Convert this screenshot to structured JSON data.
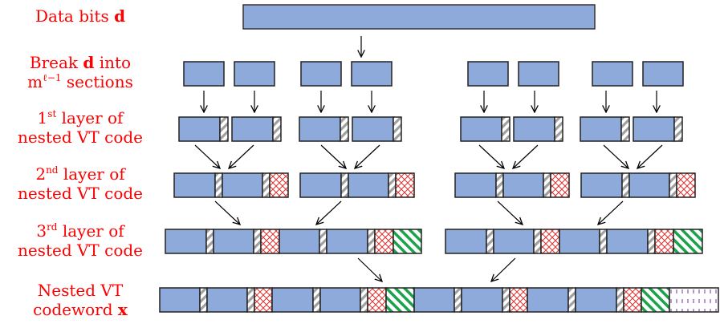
{
  "labels": {
    "data_bits": {
      "text": "Data bits ",
      "bold": "d"
    },
    "break": {
      "line1_text": "Break ",
      "line1_bold": "d",
      "line1_tail": " into",
      "line2_base": "m",
      "line2_sup": "ℓ−1",
      "line2_tail": " sections"
    },
    "layer1": {
      "num": "1",
      "sup": "st",
      "line1_tail": " layer of",
      "line2": "nested VT code"
    },
    "layer2": {
      "num": "2",
      "sup": "nd",
      "line1_tail": " layer of",
      "line2": "nested VT code"
    },
    "layer3": {
      "num": "3",
      "sup": "rd",
      "line1_tail": " layer of",
      "line2": "nested VT code"
    },
    "codeword": {
      "line1": "Nested VT",
      "line2_text": "codeword ",
      "line2_bold": "x"
    }
  },
  "colors": {
    "label": "#ff0000",
    "data_block": "#8eaadb",
    "outline": "#333333",
    "redundancy_layer1": "#a0a0a0",
    "redundancy_layer2": "#e03030",
    "redundancy_layer3": "#1aa34a",
    "redundancy_final": "#7030a0"
  },
  "legend_patterns": [
    {
      "name": "layer1-redundancy",
      "pattern": "gray diagonal stripes"
    },
    {
      "name": "layer2-redundancy",
      "pattern": "red crosshatch"
    },
    {
      "name": "layer3-redundancy",
      "pattern": "green diagonal stripes"
    },
    {
      "name": "final-redundancy",
      "pattern": "purple dashed vertical"
    }
  ]
}
